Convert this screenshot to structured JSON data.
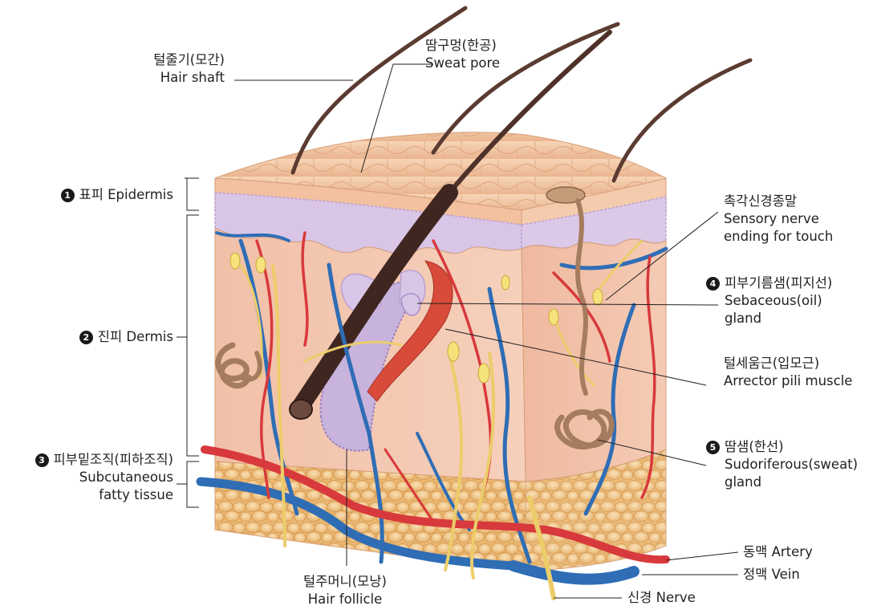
{
  "labels": {
    "hair_shaft": {
      "ko": "털줄기(모간)",
      "en": "Hair shaft"
    },
    "sweat_pore": {
      "ko": "땀구멍(한공)",
      "en": "Sweat pore"
    },
    "epidermis": {
      "num": "1",
      "text": "표피 Epidermis"
    },
    "dermis": {
      "num": "2",
      "text": "진피 Dermis"
    },
    "subcutaneous": {
      "num": "3",
      "ko": "피부밑조직(피하조직)",
      "en1": "Subcutaneous",
      "en2": "fatty tissue"
    },
    "sensory_nerve": {
      "ko": "촉각신경종말",
      "en1": "Sensory nerve",
      "en2": "ending for touch"
    },
    "sebaceous": {
      "num": "4",
      "ko": "피부기름샘(피지선)",
      "en1": "Sebaceous(oil)",
      "en2": "gland"
    },
    "arrector": {
      "ko": "털세움근(입모근)",
      "en": "Arrector pili muscle"
    },
    "sweat_gland": {
      "num": "5",
      "ko": "땀샘(한선)",
      "en1": "Sudoriferous(sweat)",
      "en2": "gland"
    },
    "artery": "동맥 Artery",
    "vein": "정맥 Vein",
    "nerve": "신경 Nerve",
    "hair_follicle": {
      "ko": "털주머니(모낭)",
      "en": "Hair follicle"
    }
  },
  "colors": {
    "epidermis_top": "#f2c9a6",
    "dermis": "#f3c3ae",
    "basal_layer": "#cdb8e0",
    "fat": "#f3cf98",
    "artery": "#d8393c",
    "vein": "#2f6db5",
    "nerve": "#f2d26b",
    "hair": "#5b3b31",
    "gland": "#a57c5d"
  }
}
